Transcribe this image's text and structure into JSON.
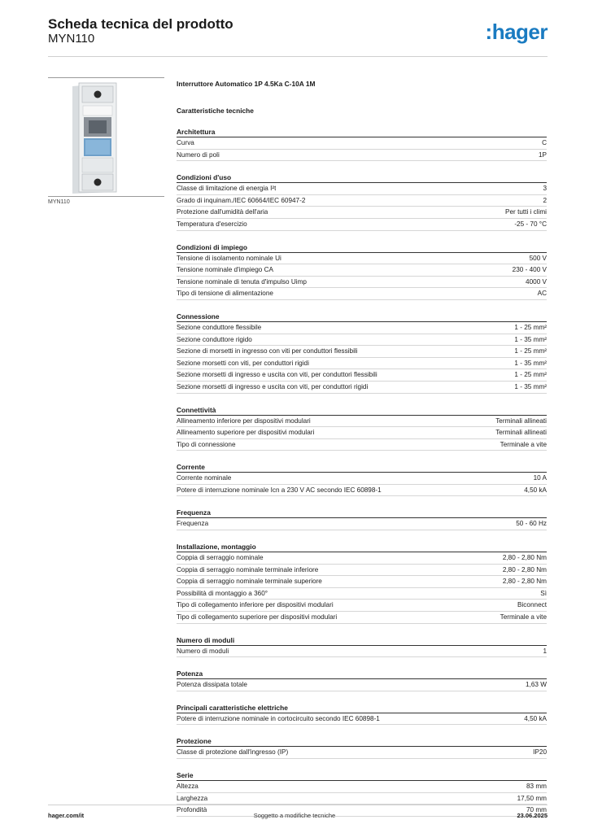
{
  "header": {
    "title": "Scheda tecnica del prodotto",
    "product_code": "MYN110",
    "logo_text": ":hager",
    "logo_color": "#1a7bc1"
  },
  "image": {
    "caption": "MYN110"
  },
  "product_name": "Interruttore Automatico 1P 4.5Ka C-10A 1M",
  "tech_heading": "Caratteristiche tecniche",
  "sections": [
    {
      "title": "Architettura",
      "rows": [
        {
          "label": "Curva",
          "value": "C"
        },
        {
          "label": "Numero di poli",
          "value": "1P"
        }
      ]
    },
    {
      "title": "Condizioni d'uso",
      "rows": [
        {
          "label": "Classe di limitazione di energia I²t",
          "value": "3"
        },
        {
          "label": "Grado di inquinam./IEC 60664/IEC 60947-2",
          "value": "2"
        },
        {
          "label": "Protezione dall'umidità dell'aria",
          "value": "Per tutti i climi"
        },
        {
          "label": "Temperatura d'esercizio",
          "value": "-25 - 70 °C"
        }
      ]
    },
    {
      "title": "Condizioni di impiego",
      "rows": [
        {
          "label": "Tensione di isolamento nominale Ui",
          "value": "500 V"
        },
        {
          "label": "Tensione nominale d'impiego CA",
          "value": "230 - 400 V"
        },
        {
          "label": "Tensione nominale di tenuta d'impulso Uimp",
          "value": "4000 V"
        },
        {
          "label": "Tipo di tensione di alimentazione",
          "value": "AC"
        }
      ]
    },
    {
      "title": "Connessione",
      "rows": [
        {
          "label": "Sezione conduttore flessibile",
          "value": "1 - 25 mm²"
        },
        {
          "label": "Sezione conduttore rigido",
          "value": "1 - 35 mm²"
        },
        {
          "label": "Sezione di morsetti in ingresso con viti per conduttori flessibili",
          "value": "1 - 25 mm²"
        },
        {
          "label": "Sezione morsetti con viti, per conduttori rigidi",
          "value": "1 - 35 mm²"
        },
        {
          "label": "Sezione morsetti di ingresso e uscita con viti, per conduttori flessibili",
          "value": "1 - 25 mm²"
        },
        {
          "label": "Sezione morsetti di ingresso e uscita con viti, per conduttori rigidi",
          "value": "1 - 35 mm²"
        }
      ]
    },
    {
      "title": "Connettività",
      "rows": [
        {
          "label": "Allineamento inferiore per dispositivi modulari",
          "value": "Terminali allineati"
        },
        {
          "label": "Allineamento superiore per dispositivi modulari",
          "value": "Terminali allineati"
        },
        {
          "label": "Tipo di connessione",
          "value": "Terminale a vite"
        }
      ]
    },
    {
      "title": "Corrente",
      "rows": [
        {
          "label": "Corrente nominale",
          "value": "10 A"
        },
        {
          "label": "Potere di interruzione nominale Icn a 230 V AC secondo IEC 60898-1",
          "value": "4,50 kA"
        }
      ]
    },
    {
      "title": "Frequenza",
      "rows": [
        {
          "label": "Frequenza",
          "value": "50 - 60 Hz"
        }
      ]
    },
    {
      "title": "Installazione, montaggio",
      "rows": [
        {
          "label": "Coppia di serraggio nominale",
          "value": "2,80 - 2,80 Nm"
        },
        {
          "label": "Coppia di serraggio nominale terminale inferiore",
          "value": "2,80 - 2,80 Nm"
        },
        {
          "label": "Coppia di serraggio nominale terminale superiore",
          "value": "2,80 - 2,80 Nm"
        },
        {
          "label": "Possibilità di montaggio a 360°",
          "value": "Sì"
        },
        {
          "label": "Tipo di collegamento inferiore per dispositivi modulari",
          "value": "Biconnect"
        },
        {
          "label": "Tipo di collegamento superiore per dispositivi modulari",
          "value": "Terminale a vite"
        }
      ]
    },
    {
      "title": "Numero di moduli",
      "rows": [
        {
          "label": "Numero di moduli",
          "value": "1"
        }
      ]
    },
    {
      "title": "Potenza",
      "rows": [
        {
          "label": "Potenza dissipata totale",
          "value": "1,63 W"
        }
      ]
    },
    {
      "title": "Principali caratteristiche elettriche",
      "rows": [
        {
          "label": "Potere di interruzione nominale in cortocircuito secondo IEC 60898-1",
          "value": "4,50 kA"
        }
      ]
    },
    {
      "title": "Protezione",
      "rows": [
        {
          "label": "Classe di protezione dall'ingresso (IP)",
          "value": "IP20"
        }
      ]
    },
    {
      "title": "Serie",
      "rows": [
        {
          "label": "Altezza",
          "value": "83 mm"
        },
        {
          "label": "Larghezza",
          "value": "17,50 mm"
        },
        {
          "label": "Profondità",
          "value": "70 mm"
        }
      ]
    }
  ],
  "footer": {
    "left": "hager.com/it",
    "center": "Soggetto a modifiche tecniche",
    "right": "23.06.2025"
  }
}
